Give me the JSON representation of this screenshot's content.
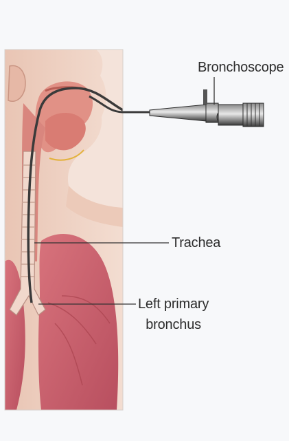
{
  "labels": {
    "bronchoscope": "Bronchoscope",
    "trachea": "Trachea",
    "left_bronchus_line1": "Left primary",
    "left_bronchus_line2": "bronchus"
  },
  "colors": {
    "background": "#f7f8fa",
    "skin": "#efd3c4",
    "tissue": "#e49a92",
    "lung": "#c9606d",
    "instrument": "#3a3a3a"
  }
}
